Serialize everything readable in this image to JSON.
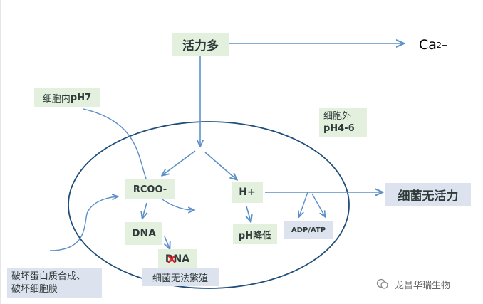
{
  "nodes": {
    "active": "活力多",
    "ca_base": "Ca",
    "ca_sup": "2+",
    "inner_ph_pre": "细胞内",
    "inner_ph_val": "pH7",
    "outer_ph_line1": "细胞外",
    "outer_ph_line2": "pH4-6",
    "rcoo": "RCOO-",
    "hplus": "H+",
    "dna1": "DNA",
    "dna2": "DNA",
    "ph_drop": "pH降低",
    "adp_atp": "ADP/ATP",
    "inactive": "细菌无活力",
    "no_breed": "细菌无法繁殖",
    "damage_line1": "破坏蛋白质合成、",
    "damage_line2": "破坏细胞膜"
  },
  "watermark": {
    "text": "龙昌华瑞生物",
    "icon": "wechat-icon"
  },
  "colors": {
    "arrow": "#5b8fc8",
    "cell_outline": "#1f4e79",
    "green_box": "#e3f0dd",
    "blue_box": "#dde3ee",
    "cross": "#e0202a"
  }
}
